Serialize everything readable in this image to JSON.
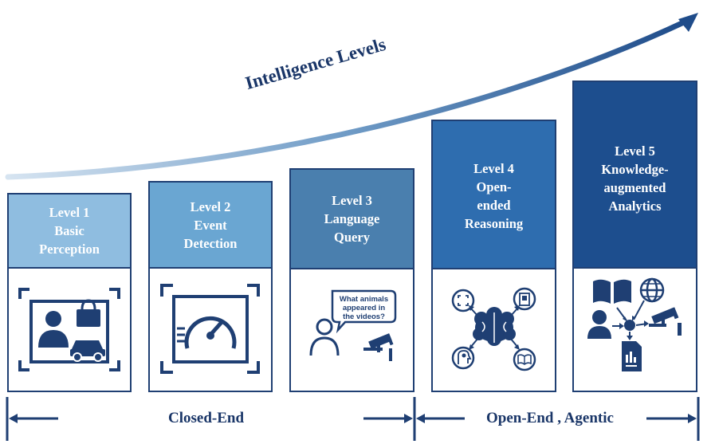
{
  "title": "Intelligence Levels",
  "levels": [
    {
      "lines": [
        "Level 1",
        "Basic",
        "Perception"
      ],
      "color": "#8fbde0",
      "icon": "photo-frame-icon"
    },
    {
      "lines": [
        "Level 2",
        "Event",
        "Detection"
      ],
      "color": "#6aa6d2",
      "icon": "speedometer-icon"
    },
    {
      "lines": [
        "Level 3",
        "Language",
        "Query"
      ],
      "color": "#4a7fae",
      "icon": "language-query-icon"
    },
    {
      "lines": [
        "Level 4",
        "Open-",
        "ended",
        "Reasoning"
      ],
      "color": "#2e6daf",
      "icon": "brain-network-icon"
    },
    {
      "lines": [
        "Level 5",
        "Knowledge-",
        "augmented",
        "Analytics"
      ],
      "color": "#1d4e8e",
      "icon": "knowledge-graph-icon"
    }
  ],
  "query_bubble": [
    "What animals",
    "appeared in",
    "the videos?"
  ],
  "sections": {
    "closed": "Closed-End",
    "open": "Open-End , Agentic"
  },
  "colors": {
    "border": "#1f3f73",
    "icon": "#1f3f73",
    "arrow_start": "#cfe0ef",
    "arrow_end": "#1f4c8a"
  }
}
